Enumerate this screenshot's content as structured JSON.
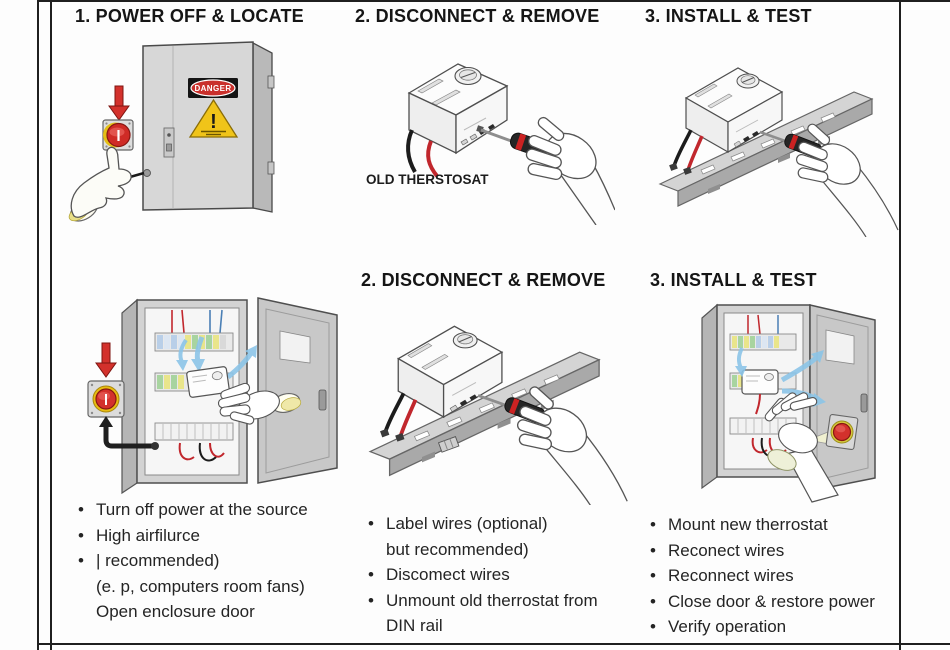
{
  "headings": {
    "r1c1": "1. POWER OFF & LOCATE",
    "r1c2": "2. DISCONNECT & REMOVE",
    "r1c3": "3. INSTALL & TEST",
    "r2c2": "2. DISCONNECT & REMOVE",
    "r2c3": "3. INSTALL & TEST"
  },
  "labels": {
    "old_thermostat": "OLD THERSTOSAT",
    "danger_sign": "DANGER",
    "warning_mark": "!"
  },
  "colors": {
    "accent_red": "#d3312c",
    "warning_yellow": "#f0c419",
    "arrow_blue": "#8cc5e8",
    "enclosure_gray": "#d3d3d3"
  },
  "steps": {
    "col1": {
      "bullets": [
        {
          "marker": "•",
          "text": "Turn off power at the source"
        },
        {
          "marker": "•",
          "text": "High airfilurce"
        },
        {
          "marker": "•",
          "text": "| recommended)"
        },
        {
          "marker": "",
          "text": "(e. p, computers room fans)"
        },
        {
          "marker": "",
          "text": "Open enclosure door"
        }
      ]
    },
    "col2": {
      "bullets": [
        {
          "marker": "•",
          "text": "Label wires (optional)"
        },
        {
          "marker": "",
          "text": "but recommended)"
        },
        {
          "marker": "•",
          "text": "Discomect wires"
        },
        {
          "marker": "•",
          "text": "Unmount old therrostat from"
        },
        {
          "marker": "",
          "text": "DIN rail"
        }
      ]
    },
    "col3": {
      "bullets": [
        {
          "marker": "•",
          "text": "Mount new therrostat"
        },
        {
          "marker": "•",
          "text": "Reconect wires"
        },
        {
          "marker": "•",
          "text": "Reconnect wires"
        },
        {
          "marker": "•",
          "text": "Close door & restore power"
        },
        {
          "marker": "•",
          "text": "Verify operation"
        }
      ]
    }
  }
}
